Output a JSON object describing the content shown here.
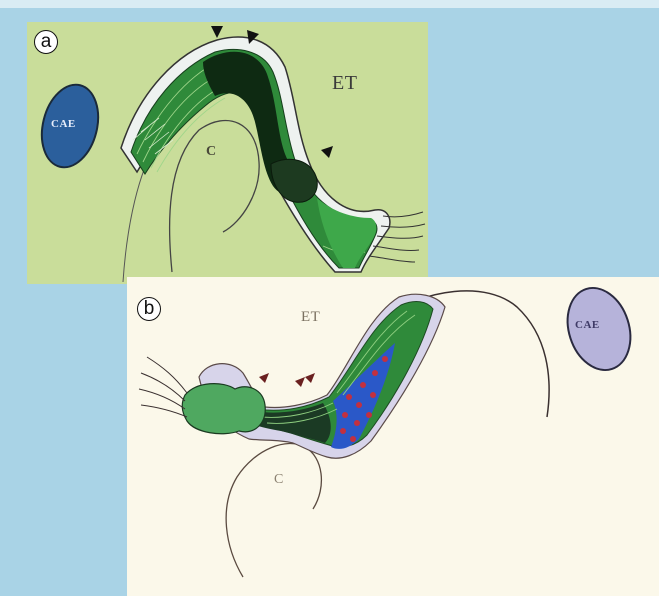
{
  "panel_a": {
    "letter": "a",
    "labels": {
      "cae": "CAE",
      "et": "ET",
      "c": "C"
    }
  },
  "panel_b": {
    "letter": "b",
    "labels": {
      "cae": "CAE",
      "et": "ET",
      "c": "C"
    }
  },
  "colors": {
    "background": "#a9d3e6",
    "panel_a_background": "#c9dd9a",
    "panel_b_background": "#fbf8ea",
    "dark_green": "#0e2a12",
    "mid_green": "#2f8a3a",
    "bright_green": "#3ea84a",
    "cae_a_fill": "#2b5f9c",
    "cae_b_fill": "#b6b3da",
    "blue_region": "#2a58c8",
    "red_dots": "#c23040"
  }
}
